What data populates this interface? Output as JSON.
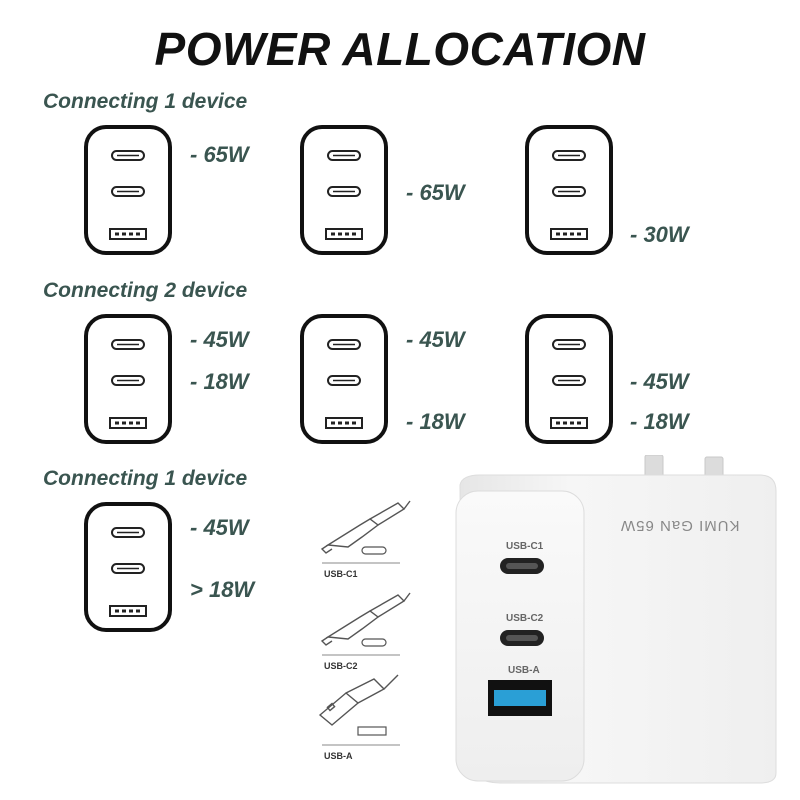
{
  "title": "POWER ALLOCATION",
  "sections": [
    {
      "label": "Connecting 1 device"
    },
    {
      "label": "Connecting 2 device"
    },
    {
      "label": "Connecting 1 device"
    }
  ],
  "watts": {
    "r1c1_top": "- 65W",
    "r1c2_mid": "- 65W",
    "r1c3_bot": "- 30W",
    "r2c1_top": "- 45W",
    "r2c1_mid": "- 18W",
    "r2c2_top": "- 45W",
    "r2c2_bot": "- 18W",
    "r2c3_mid": "- 45W",
    "r2c3_bot": "- 18W",
    "r3c1_top": "- 45W",
    "r3c1_bot": "> 18W"
  },
  "legend": {
    "usb_c1": "USB-C1",
    "usb_c2": "USB-C2",
    "usb_a": "USB-A"
  },
  "device": {
    "port_c1": "USB-C1",
    "port_c2": "USB-C2",
    "port_a": "USB-A",
    "brand": "KUMI GaN 65W"
  },
  "colors": {
    "text_green": "#3a5550",
    "outline": "#111111",
    "usb_a_blue": "#2a9fd6"
  }
}
